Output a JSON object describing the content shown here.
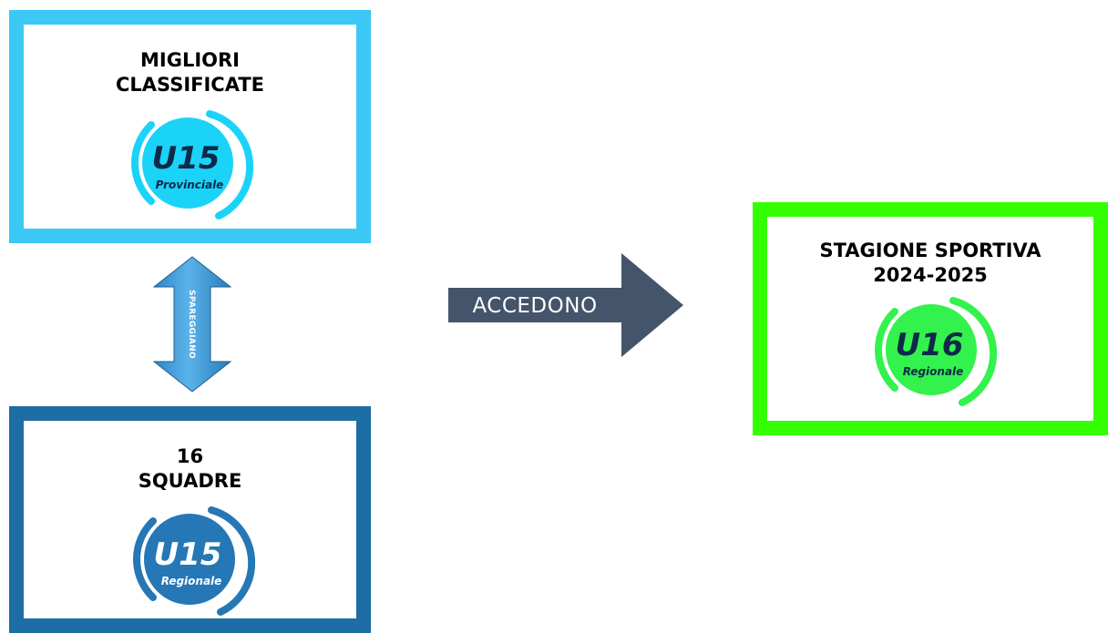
{
  "boxes": {
    "provinciale": {
      "title": "MIGLIORI\nCLASSIFICATE",
      "border_color": "#3bc8f5",
      "badge": {
        "main": "U15",
        "sub": "Provinciale",
        "fill": "#1ad3f7",
        "ring": "#1ad3f7",
        "text_color": "#0d2a4a"
      }
    },
    "regionale": {
      "title": "16\nSQUADRE",
      "border_color": "#1c6ea4",
      "badge": {
        "main": "U15",
        "sub": "Regionale",
        "fill": "#2577b5",
        "ring": "#2577b5",
        "text_color": "#ffffff"
      }
    },
    "u16": {
      "title": "STAGIONE SPORTIVA\n2024-2025",
      "border_color": "#33ff00",
      "badge": {
        "main": "U16",
        "sub": "Regionale",
        "fill": "#33f24d",
        "ring": "#33f24d",
        "text_color": "#0d2a4a"
      }
    }
  },
  "double_arrow": {
    "label": "SPAREGGIANO",
    "color": "#4a9fd8"
  },
  "main_arrow": {
    "label": "ACCEDONO",
    "color": "#44546a"
  }
}
